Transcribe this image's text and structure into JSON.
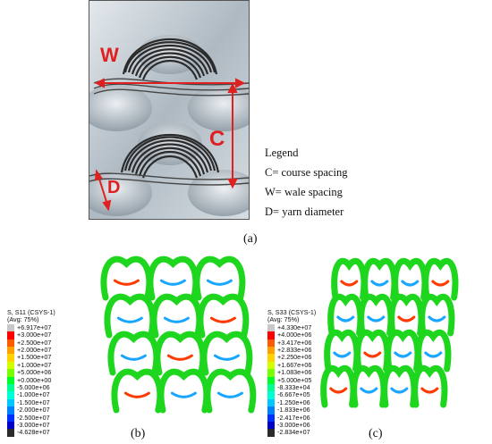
{
  "panel_a": {
    "labels": {
      "w": "W",
      "c": "C",
      "d": "D"
    },
    "legend": {
      "title": "Legend",
      "items": [
        "C= course spacing",
        "W= wale spacing",
        "D= yarn diameter"
      ]
    },
    "caption": "(a)"
  },
  "panel_b": {
    "caption": "(b)",
    "scale_title": "S, S11 (CSYS-1)",
    "scale_avg": "(Avg: 75%)",
    "scale_values": [
      "+6.917e+07",
      "+3.000e+07",
      "+2.500e+07",
      "+2.000e+07",
      "+1.500e+07",
      "+1.000e+07",
      "+5.000e+06",
      "+0.000e+00",
      "-5.000e+06",
      "-1.000e+07",
      "-1.500e+07",
      "-2.000e+07",
      "-2.500e+07",
      "-3.000e+07",
      "-4.628e+07"
    ],
    "scale_colors": [
      "#c8c8c8",
      "#ff0000",
      "#ff5a00",
      "#ffa000",
      "#ffd200",
      "#d2ff00",
      "#7aff00",
      "#00ff2a",
      "#00ff90",
      "#00ffd8",
      "#00c8ff",
      "#0080ff",
      "#0030ff",
      "#0000c8",
      "#2a2a2a"
    ]
  },
  "panel_c": {
    "caption": "(c)",
    "scale_title": "S, S33 (CSYS-1)",
    "scale_avg": "(Avg: 75%)",
    "scale_values": [
      "+4.330e+07",
      "+4.000e+06",
      "+3.417e+06",
      "+2.833e+06",
      "+2.250e+06",
      "+1.667e+06",
      "+1.083e+06",
      "+5.000e+05",
      "-8.333e+04",
      "-6.667e+05",
      "-1.250e+06",
      "-1.833e+06",
      "-2.417e+06",
      "-3.000e+06",
      "-2.834e+07"
    ],
    "scale_colors": [
      "#c8c8c8",
      "#ff0000",
      "#ff5a00",
      "#ffa000",
      "#ffd200",
      "#d2ff00",
      "#7aff00",
      "#00ff2a",
      "#00ff90",
      "#00ffd8",
      "#00c8ff",
      "#0080ff",
      "#0030ff",
      "#0000c8",
      "#2a2a2a"
    ]
  },
  "colors": {
    "annotation": "#e02020",
    "mesh_green": "#1ed61e"
  }
}
